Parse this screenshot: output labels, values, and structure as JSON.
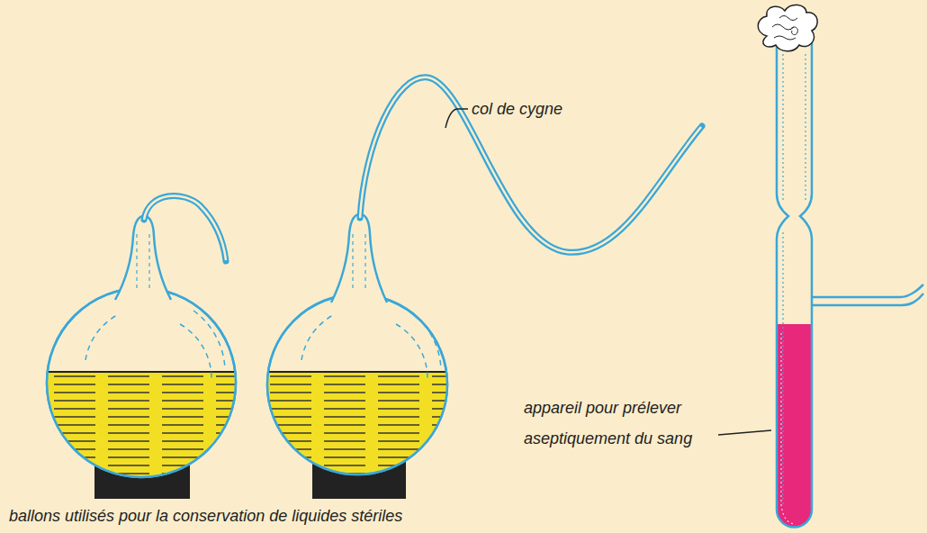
{
  "diagram": {
    "labels": [
      "col de cygne",
      "appareil pour prélever aseptiquement du sang",
      "ballons utilisés pour la conservation de liquides stériles"
    ]
  }
}
